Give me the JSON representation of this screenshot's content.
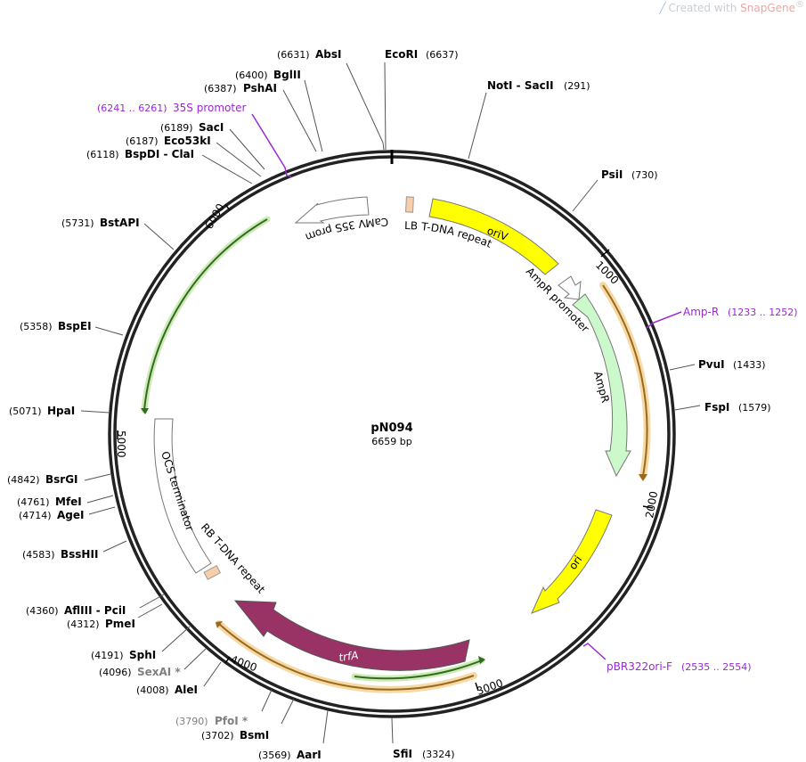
{
  "watermark": {
    "text": "Created with ",
    "brand": "SnapGene",
    "mark": "®"
  },
  "plasmid": {
    "name": "pN094",
    "length_text": "6659 bp"
  },
  "ticks": [
    "1000",
    "2000",
    "3000",
    "4000",
    "5000",
    "6000"
  ],
  "sites": [
    {
      "pos": "(6631)",
      "name": "AbsI"
    },
    {
      "pos": "(6637)",
      "name": "EcoRI"
    },
    {
      "pos": "(291)",
      "name": "NotI  - SacII"
    },
    {
      "pos": "(730)",
      "name": "PsiI"
    },
    {
      "pos": "(1433)",
      "name": "PvuI"
    },
    {
      "pos": "(1579)",
      "name": "FspI"
    },
    {
      "pos": "(3324)",
      "name": "SfiI"
    },
    {
      "pos": "(3569)",
      "name": "AarI"
    },
    {
      "pos": "(3702)",
      "name": "BsmI"
    },
    {
      "pos": "(3790)",
      "name": "PfoI *"
    },
    {
      "pos": "(4008)",
      "name": "AleI"
    },
    {
      "pos": "(4096)",
      "name": "SexAI *"
    },
    {
      "pos": "(4191)",
      "name": "SphI"
    },
    {
      "pos": "(4312)",
      "name": "PmeI"
    },
    {
      "pos": "(4360)",
      "name": "AflIII  - PciI"
    },
    {
      "pos": "(4583)",
      "name": "BssHII"
    },
    {
      "pos": "(4714)",
      "name": "AgeI"
    },
    {
      "pos": "(4761)",
      "name": "MfeI"
    },
    {
      "pos": "(4842)",
      "name": "BsrGI"
    },
    {
      "pos": "(5071)",
      "name": "HpaI"
    },
    {
      "pos": "(5358)",
      "name": "BspEI"
    },
    {
      "pos": "(5731)",
      "name": "BstAPI"
    },
    {
      "pos": "(6118)",
      "name": "BspDI  - ClaI"
    },
    {
      "pos": "(6187)",
      "name": "Eco53kI"
    },
    {
      "pos": "(6189)",
      "name": "SacI"
    },
    {
      "pos": "(6387)",
      "name": "PshAI"
    },
    {
      "pos": "(6400)",
      "name": "BglII"
    }
  ],
  "primers": [
    {
      "pos": "(6241 .. 6261)",
      "name": "35S promoter"
    },
    {
      "pos": "(1233 .. 1252)",
      "name": "Amp-R"
    },
    {
      "pos": "(2535 .. 2554)",
      "name": "pBR322ori-F"
    }
  ],
  "features": {
    "lb": "LB T-DNA repeat",
    "oriv": "oriV",
    "camv": "CaMV 35S promoter",
    "ampr_promoter": "AmpR promoter",
    "ampr": "AmpR",
    "ori": "ori",
    "trfa": "trfA",
    "rb": "RB T-DNA repeat",
    "ocs": "OCS terminator"
  },
  "colors": {
    "oriV": "#ffff00",
    "ori": "#ffff00",
    "ampr": "#ccf9cc",
    "trfA": "#993366",
    "border_repeat": "#f8ceaa",
    "primer": "#9b27d6",
    "orf_orange": "#e3a03b",
    "orf_green": "#4caf50"
  }
}
